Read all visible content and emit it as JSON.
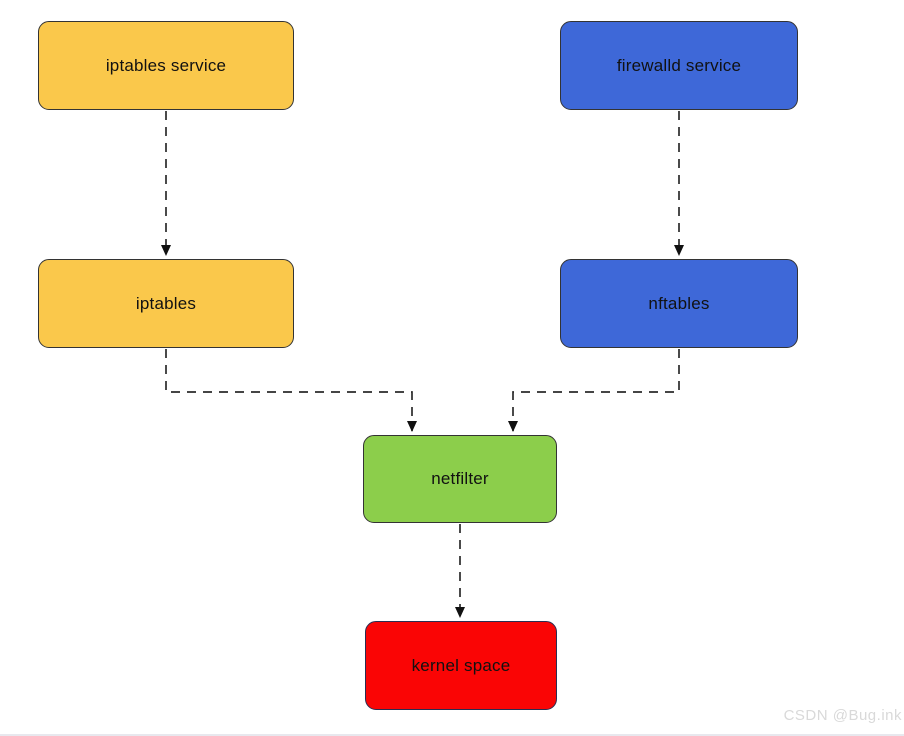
{
  "diagram": {
    "type": "flowchart",
    "nodes": [
      {
        "id": "iptables-service",
        "label": "iptables service",
        "fill": "#FAC84B",
        "border": "#333333",
        "text_color": "#111111"
      },
      {
        "id": "firewalld-service",
        "label": "firewalld service",
        "fill": "#3E68D8",
        "border": "#333333",
        "text_color": "#111111"
      },
      {
        "id": "iptables",
        "label": "iptables",
        "fill": "#FAC84B",
        "border": "#333333",
        "text_color": "#111111"
      },
      {
        "id": "nftables",
        "label": "nftables",
        "fill": "#3E68D8",
        "border": "#333333",
        "text_color": "#111111"
      },
      {
        "id": "netfilter",
        "label": "netfilter",
        "fill": "#8CCE4B",
        "border": "#333333",
        "text_color": "#111111"
      },
      {
        "id": "kernel-space",
        "label": "kernel space",
        "fill": "#FA0505",
        "border": "#2A2E52",
        "text_color": "#111111"
      }
    ],
    "edges": [
      {
        "from": "iptables-service",
        "to": "iptables",
        "style": "dashed",
        "arrow": true
      },
      {
        "from": "firewalld-service",
        "to": "nftables",
        "style": "dashed",
        "arrow": true
      },
      {
        "from": "iptables",
        "to": "netfilter",
        "style": "dashed",
        "arrow": true
      },
      {
        "from": "nftables",
        "to": "netfilter",
        "style": "dashed",
        "arrow": true
      },
      {
        "from": "netfilter",
        "to": "kernel-space",
        "style": "dashed",
        "arrow": true
      }
    ],
    "edge_color": "#2b2b2b"
  },
  "watermark": {
    "text": "CSDN @Bug.ink",
    "color": "#d9d9d9"
  }
}
